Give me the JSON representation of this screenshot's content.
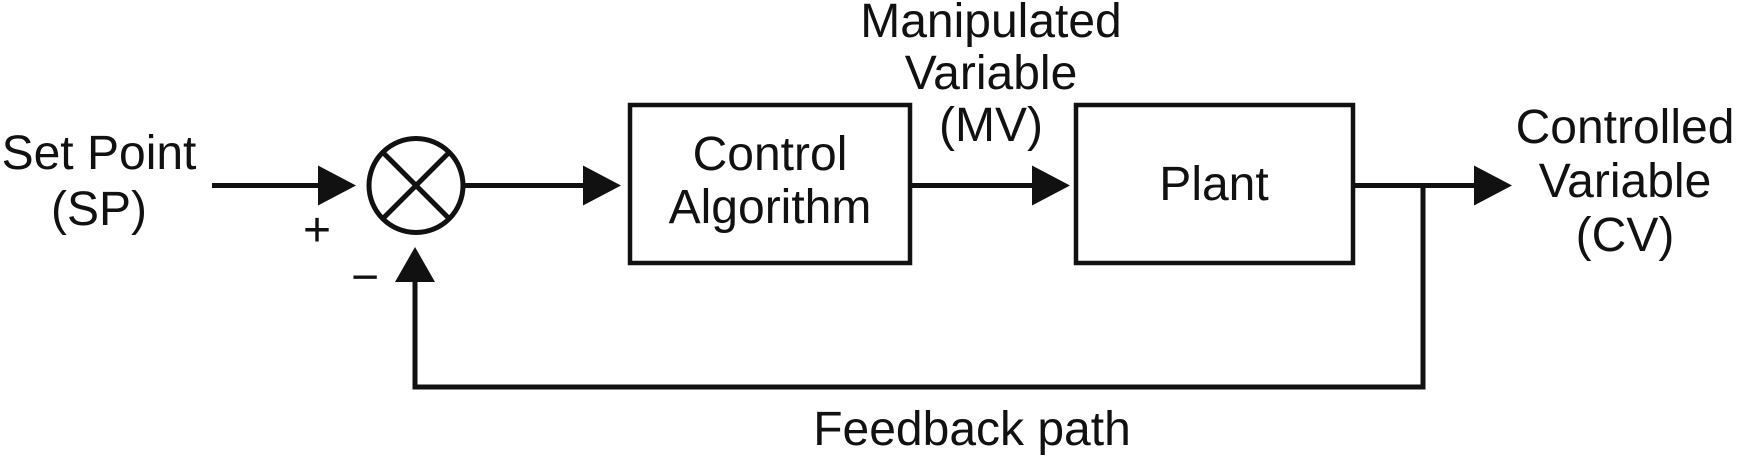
{
  "figure": {
    "background": "#ffffff",
    "ink": "#111111"
  },
  "labels": {
    "set_point": {
      "line1": "Set Point",
      "line2": "(SP)"
    },
    "summing_junction": {
      "plus": "+",
      "minus": "−"
    },
    "manipulated_variable": {
      "line1": "Manipulated",
      "line2": "Variable",
      "line3": "(MV)"
    },
    "controlled_variable": {
      "line1": "Controlled",
      "line2": "Variable",
      "line3": "(CV)"
    },
    "feedback_path": "Feedback path"
  },
  "blocks": {
    "control_algorithm": {
      "line1": "Control",
      "line2": "Algorithm"
    },
    "plant": {
      "label": "Plant"
    }
  }
}
